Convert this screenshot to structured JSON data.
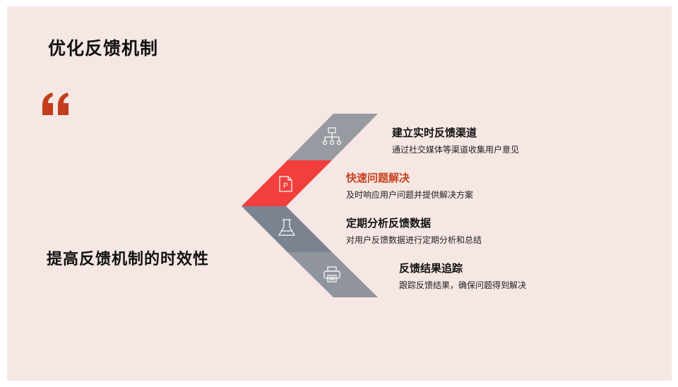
{
  "slide": {
    "title": "优化反馈机制",
    "subtitle": "提高反馈机制的时效性",
    "accent_color": "#c33d1c",
    "quote_icon": "left-double-quote-icon"
  },
  "items": [
    {
      "title": "建立实时反馈渠道",
      "desc": "通过社交媒体等渠道收集用户意见",
      "icon": "flowchart-icon",
      "color": "#979aa1"
    },
    {
      "title": "快速问题解决",
      "desc": "及时响应用户问题并提供解决方案",
      "icon": "powerpoint-icon",
      "color": "#f23f3d"
    },
    {
      "title": "定期分析反馈数据",
      "desc": "对用户反馈数据进行定期分析和总结",
      "icon": "flask-icon",
      "color": "#7c8390"
    },
    {
      "title": "反馈结果追踪",
      "desc": "跟踪反馈结果，确保问题得到解决",
      "icon": "printer-icon",
      "color": "#8f949d"
    }
  ]
}
